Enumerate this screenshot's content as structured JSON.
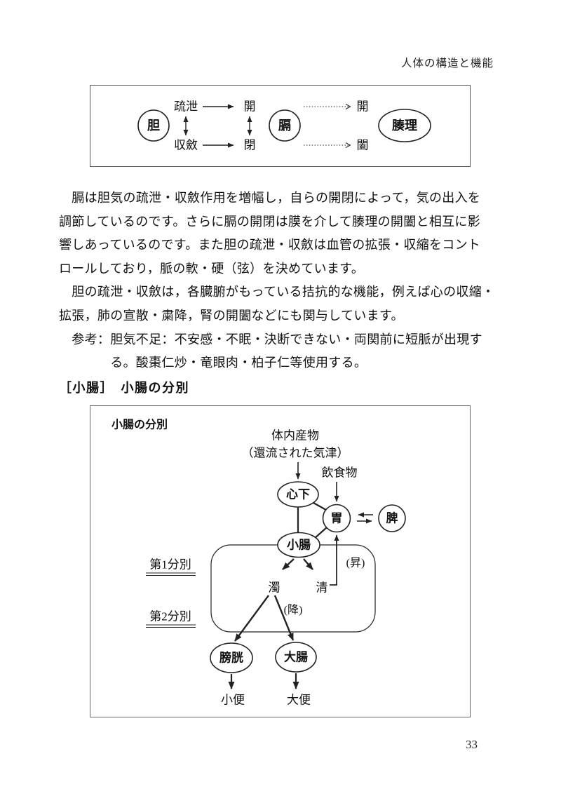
{
  "header": {
    "text": "人体の構造と機能"
  },
  "footer": {
    "page_number": "33"
  },
  "heading": {
    "text": "［小腸］　小腸の分別"
  },
  "body": {
    "lines": [
      "　膈は胆気の疏泄・収斂作用を増幅し，自らの開閉によって，気の出入を",
      "調節しているのです。さらに膈の開閉は膜を介して腠理の開闔と相互に影",
      "響しあっているのです。また胆の疏泄・収斂は血管の拡張・収縮をコント",
      "ロールしており，脈の軟・硬（弦）を決めています。",
      "　胆の疏泄・収斂は，各臓腑がもっている拮抗的な機能，例えば心の収縮・",
      "拡張，肺の宣散・粛降，腎の開闔などにも関与しています。",
      "　参考：胆気不足：不安感・不眠・決断できない・両関前に短脈が出現す",
      "　　　　る。酸棗仁炒・竜眼肉・柏子仁等使用する。"
    ]
  },
  "diagram1": {
    "tan": "胆",
    "sosetsu": "疏泄",
    "shuren": "収斂",
    "open_left": "開",
    "close_left": "閉",
    "kaku": "膈",
    "open_right": "開",
    "gou_right": "闔",
    "souri": "腠理"
  },
  "diagram2": {
    "title": "小腸の分別",
    "tainai": "体内産物",
    "kanryu": "（還流された気津）",
    "inshoku": "飲食物",
    "shinka": "心下",
    "i": "胃",
    "hi": "脾",
    "shocho": "小腸",
    "dai1": "第1分別",
    "dai2": "第2分別",
    "daku": "濁",
    "sei": "清",
    "sho": "(昇)",
    "ko": "(降)",
    "boko": "膀胱",
    "daicho": "大腸",
    "shoben": "小便",
    "daiben": "大便"
  }
}
